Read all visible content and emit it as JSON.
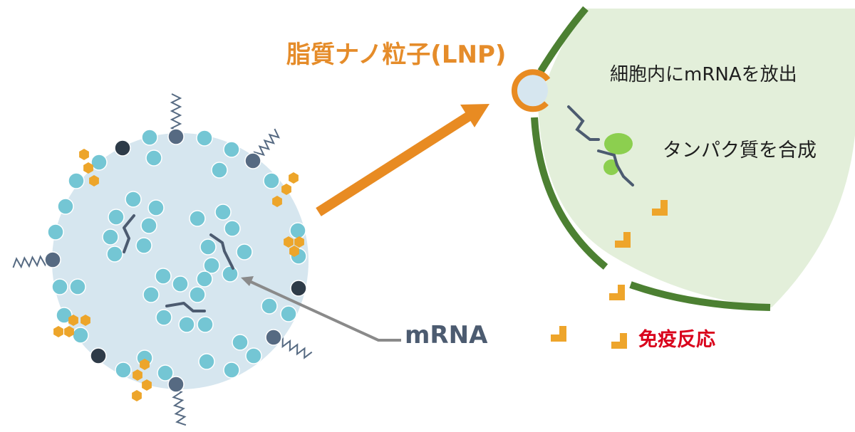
{
  "labels": {
    "lnp": "脂質ナノ粒子(LNP)",
    "release": "細胞内にmRNAを放出",
    "protein": "タンパク質を合成",
    "mrna": "mRNA",
    "immune": "免疫反応"
  },
  "colors": {
    "orange_label": "#e58c2a",
    "navy_label": "#4c5b70",
    "red_label": "#d9001b",
    "particle_fill": "#d6e6ef",
    "cell_fill": "#e3efda",
    "cell_membrane": "#4c8032",
    "ribosome": "#8ccf4f",
    "bead": "#74c6d4",
    "dark_bead": "#2e3b48",
    "slate_bead": "#566a82",
    "hexagon": "#eda52a",
    "arrow_small": "#eea52b",
    "arrow_big": "#e88b22",
    "pointer_arrow": "#8a8a8a"
  },
  "icons": [
    "lipid-nanoparticle",
    "mrna-strand",
    "peg-lipid-tail",
    "cholesterol-hexagon",
    "cell-membrane",
    "ribosome",
    "down-left-arrow"
  ]
}
